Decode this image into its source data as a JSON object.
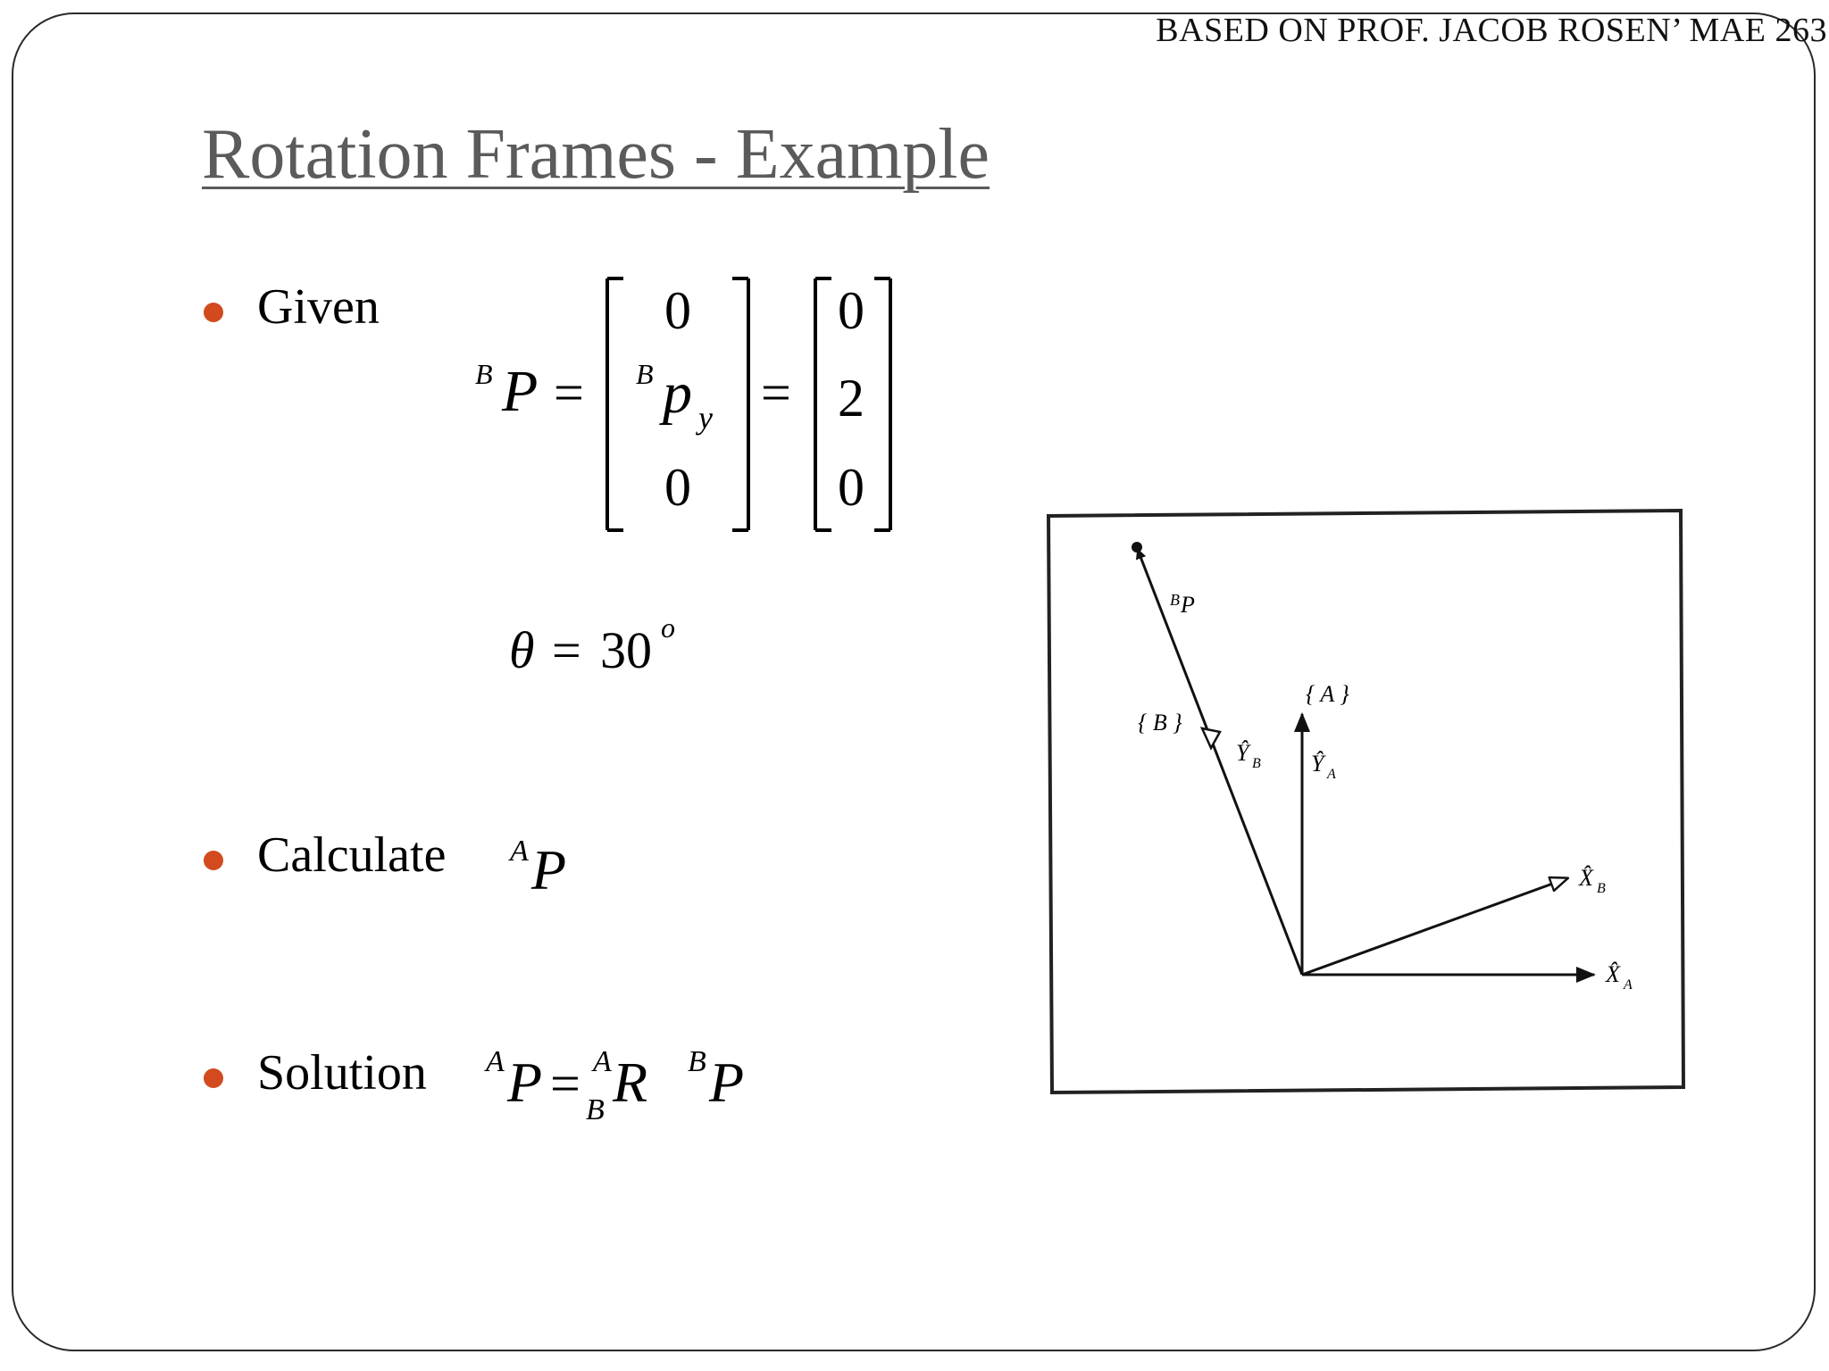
{
  "header": {
    "credit": "BASED ON PROF. JACOB ROSEN’ MAE 263"
  },
  "slide": {
    "title": "Rotation Frames - Example"
  },
  "bullets": [
    {
      "label": "Given"
    },
    {
      "label": "Calculate"
    },
    {
      "label": "Solution"
    }
  ],
  "given": {
    "lhs_sup": "B",
    "lhs": "P",
    "equals": "=",
    "vector1": [
      {
        "text": "0"
      },
      {
        "sup": "B",
        "main": "p",
        "sub": "y"
      },
      {
        "text": "0"
      }
    ],
    "vector2": [
      "0",
      "2",
      "0"
    ],
    "theta_symbol": "θ",
    "theta_value": "30",
    "theta_unit_sup": "o"
  },
  "calculate": {
    "sup": "A",
    "main": "P"
  },
  "solution": {
    "lhs_sup": "A",
    "lhs": "P",
    "equals": "=",
    "r_sup": "A",
    "r_sub": "B",
    "r": "R",
    "rhs_sup": "B",
    "rhs": "P"
  },
  "figure": {
    "labels": {
      "point": "P",
      "point_sup": "B",
      "frame_a": "{ A }",
      "frame_b": "{ B }",
      "y_b": "Ŷ",
      "y_b_sub": "B",
      "y_a": "Ŷ",
      "y_a_sub": "A",
      "x_b": "X̂",
      "x_b_sub": "B",
      "x_a": "X̂",
      "x_a_sub": "A"
    },
    "rotation_deg": 30
  },
  "colors": {
    "bullet": "#d24a1e",
    "title": "#5b5b5b",
    "frame": "#2a2a2a"
  }
}
